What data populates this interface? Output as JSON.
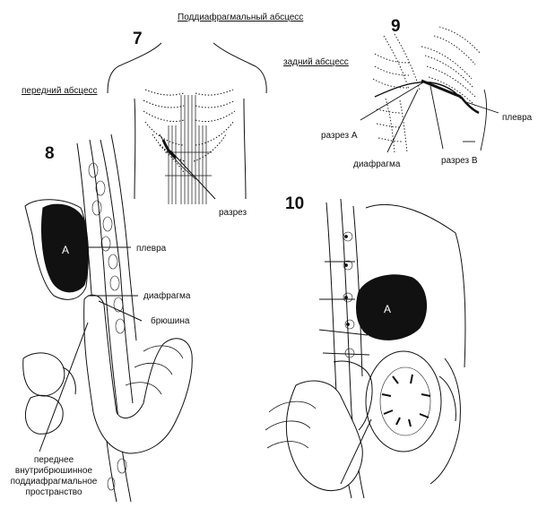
{
  "title": "Поддиафрагмальный абсцесс",
  "figures": {
    "f7": "7",
    "f8": "8",
    "f9": "9",
    "f10": "10"
  },
  "labels": {
    "anterior_abscess": "передний абсцесс",
    "posterior_abscess": "задний абсцесс",
    "incision": "разрез",
    "incision_a": "разрез А",
    "incision_b": "разрез В",
    "diaphragm_9": "диафрагма",
    "pleura_9": "плевра",
    "pleura_8": "плевра",
    "diaphragm_8": "диафрагма",
    "peritoneum": "брюшина",
    "abscess_a8": "А",
    "abscess_a10": "А",
    "space_line1": "переднее",
    "space_line2": "внутрибрюшинное",
    "space_line3": "поддиафрагмальное",
    "space_line4": "пространство"
  }
}
